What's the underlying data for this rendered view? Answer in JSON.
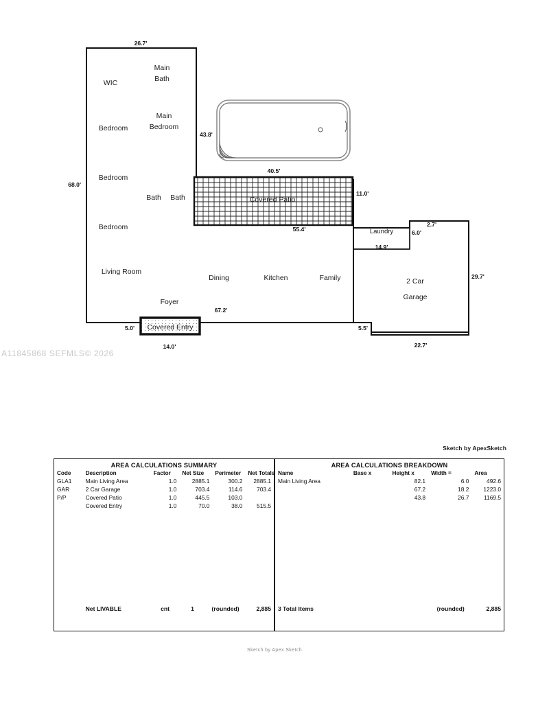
{
  "watermark": "A11845868  SEFMLS© 2026",
  "credit": "Sketch by ApexSketch",
  "footer_note": "Sketch by Apex Sketch",
  "sketch": {
    "rooms": [
      {
        "name": "wic",
        "label": "WIC"
      },
      {
        "name": "main-bath",
        "label_line1": "Main",
        "label_line2": "Bath"
      },
      {
        "name": "bedroom-2",
        "label": "Bedroom"
      },
      {
        "name": "main-bedroom",
        "label_line1": "Main",
        "label_line2": "Bedroom"
      },
      {
        "name": "bedroom-3",
        "label": "Bedroom"
      },
      {
        "name": "bath-1",
        "label": "Bath"
      },
      {
        "name": "bath-2",
        "label": "Bath"
      },
      {
        "name": "living-room",
        "label": "Living Room"
      },
      {
        "name": "dining",
        "label": "Dining"
      },
      {
        "name": "kitchen",
        "label": "Kitchen"
      },
      {
        "name": "family",
        "label": "Family"
      },
      {
        "name": "foyer",
        "label": "Foyer"
      },
      {
        "name": "covered-entry",
        "label": "Covered Entry"
      },
      {
        "name": "covered-patio",
        "label": "Covered Patio"
      },
      {
        "name": "laundry",
        "label": "Laundry"
      },
      {
        "name": "garage",
        "label_line1": "2 Car",
        "label_line2": "Garage"
      }
    ],
    "room_labels": {
      "wic": "WIC",
      "main_bath_1": "Main",
      "main_bath_2": "Bath",
      "bedroom_2": "Bedroom",
      "main_bedroom_1": "Main",
      "main_bedroom_2": "Bedroom",
      "bedroom_3": "Bedroom",
      "bath_1": "Bath",
      "bath_2": "Bath",
      "living_room": "Living Room",
      "dining": "Dining",
      "kitchen": "Kitchen",
      "family": "Family",
      "foyer": "Foyer",
      "covered_entry": "Covered Entry",
      "covered_patio": "Covered Patio",
      "laundry": "Laundry",
      "garage_1": "2 Car",
      "garage_2": "Garage"
    },
    "dimensions": {
      "top_width": "26.7'",
      "left_height": "68.0'",
      "pool_right": "43.8'",
      "pool_width": "40.5'",
      "patio_right": "11.0'",
      "patio_bottom": "55.4'",
      "house_bottom": "67.2'",
      "entry_left": "5.0'",
      "entry_bottom": "14.0'",
      "garage_step": "5.5'",
      "garage_bottom": "22.7'",
      "garage_right": "29.7'",
      "laundry_width": "14.9'",
      "laundry_right": "6.0'",
      "laundry_notch": "2.7'"
    }
  },
  "summary_table": {
    "title": "AREA CALCULATIONS SUMMARY",
    "headers": [
      "Code",
      "Description",
      "Factor",
      "Net Size",
      "Perimeter",
      "Net Totals"
    ],
    "rows": [
      {
        "code": "GLA1",
        "description": "Main Living Area",
        "factor": "1.0",
        "net_size": "2885.1",
        "perimeter": "300.2",
        "net_total": "2885.1"
      },
      {
        "code": "GAR",
        "description": "2 Car Garage",
        "factor": "1.0",
        "net_size": "703.4",
        "perimeter": "114.6",
        "net_total": "703.4"
      },
      {
        "code": "P/P",
        "description": "Covered Patio",
        "factor": "1.0",
        "net_size": "445.5",
        "perimeter": "103.0",
        "net_total": ""
      },
      {
        "code": "",
        "description": "Covered Entry",
        "factor": "1.0",
        "net_size": "70.0",
        "perimeter": "38.0",
        "net_total": "515.5"
      }
    ],
    "footer": {
      "label": "Net LIVABLE",
      "unit": "cnt",
      "count": "1",
      "rounded": "(rounded)",
      "total": "2,885"
    }
  },
  "breakdown_table": {
    "title": "AREA CALCULATIONS BREAKDOWN",
    "headers": [
      "Name",
      "Base x",
      "Height x",
      "Width =",
      "Area"
    ],
    "rows": [
      {
        "name": "Main Living Area",
        "base": "",
        "height": "82.1",
        "x1": "x",
        "width": "6.0",
        "eq": "=",
        "area": "492.6"
      },
      {
        "name": "",
        "base": "",
        "height": "67.2",
        "x1": "x",
        "width": "18.2",
        "eq": "=",
        "area": "1223.0"
      },
      {
        "name": "",
        "base": "",
        "height": "43.8",
        "x1": "x",
        "width": "26.7",
        "eq": "=",
        "area": "1169.5"
      }
    ],
    "footer": {
      "label": "3 Total Items",
      "rounded": "(rounded)",
      "total": "2,885"
    }
  }
}
